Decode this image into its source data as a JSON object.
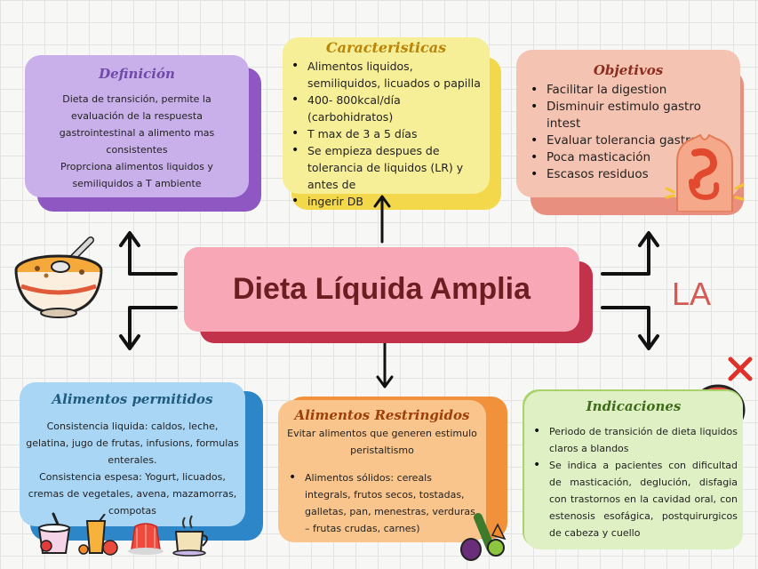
{
  "center": {
    "title": "Dieta Líquida Amplia",
    "side_label": "LA"
  },
  "definicion": {
    "title": "Definición",
    "lines": [
      "Dieta de transición, permite la evaluación de la respuesta gastrointestinal a alimento mas consistentes",
      "Proprciona alimentos liquidos y semiliquidos a T ambiente"
    ]
  },
  "caracteristicas": {
    "title": "Caracteristicas",
    "items": [
      "Alimentos liquidos, semiliquidos, licuados o papilla",
      "400- 800kcal/día (carbohidratos)",
      "T max de 3 a 5 días",
      "Se empieza despues de tolerancia de liquidos (LR) y antes de",
      "ingerir DB"
    ]
  },
  "objetivos": {
    "title": "Objetivos",
    "items": [
      "Facilitar la digestion",
      "Disminuir estimulo gastro intest",
      "Evaluar tolerancia gastro",
      "Poca masticación",
      "Escasos residuos"
    ]
  },
  "permitidos": {
    "title": "Alimentos permitidos",
    "lines": [
      "Consistencia liquida: caldos, leche, gelatina, jugo de frutas, infusions, formulas enterales.",
      "Consistencia espesa: Yogurt, licuados, cremas de vegetales, avena, mazamorras, compotas"
    ]
  },
  "restringidos": {
    "title": "Alimentos Restringidos",
    "intro": "Evitar alimentos que generen estimulo peristaltismo",
    "items": [
      "Alimentos sólidos: cereals integrals, frutos secos, tostadas, galletas, pan, menestras, verduras – frutas crudas, carnes)"
    ]
  },
  "indicaciones": {
    "title": "Indicaciones",
    "items": [
      "Periodo de transición de dieta liquidos claros a blandos",
      "Se indica a pacientes con dificultad de masticación, deglución, disfagia con trastornos en la cavidad oral, con estenosis esofágica, postquirurgicos de cabeza y cuello"
    ]
  },
  "icons": [
    "soup-bowl-icon",
    "stomach-icon",
    "mouth-icon",
    "red-x-icon",
    "yogurt-icon",
    "juice-icon",
    "jelly-icon",
    "tea-cup-icon",
    "vegetables-icon"
  ],
  "colors": {
    "definicion": "#c9b0ea",
    "caracteristicas": "#f7ee98",
    "objetivos": "#f5c3b1",
    "center": "#f7a7b5",
    "permitidos": "#a9d6f5",
    "restringidos": "#f9c58c",
    "indicaciones": "#dff0c4"
  }
}
